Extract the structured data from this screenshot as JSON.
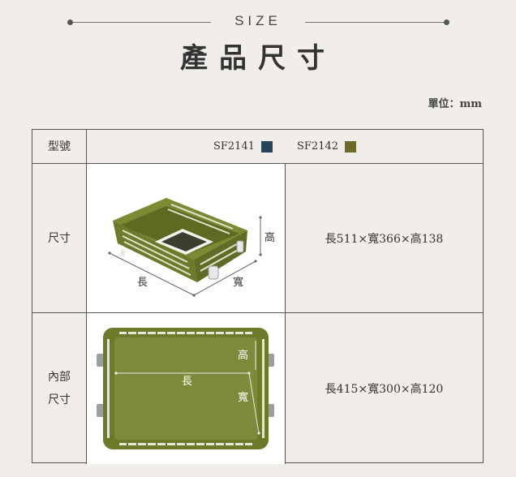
{
  "header": {
    "size_label": "SIZE",
    "title": "產品尺寸",
    "unit": "單位：mm"
  },
  "table": {
    "model_label": "型號",
    "models": [
      {
        "code": "SF2141",
        "color": "#27455a"
      },
      {
        "code": "SF2142",
        "color": "#6f6a27"
      }
    ],
    "rows": [
      {
        "label_lines": [
          "尺寸"
        ],
        "value": "長511×寬366×高138",
        "figure_labels": {
          "length": "長",
          "width": "寬",
          "height": "高"
        }
      },
      {
        "label_lines": [
          "內部",
          "尺寸"
        ],
        "value": "長415×寬300×高120",
        "figure_labels": {
          "length": "長",
          "width": "寬",
          "height": "高"
        }
      }
    ]
  },
  "colors": {
    "background": "#f1eeea",
    "basket": "#6d7a2a",
    "basket_dark": "#4f5a1c",
    "border": "#555555"
  }
}
